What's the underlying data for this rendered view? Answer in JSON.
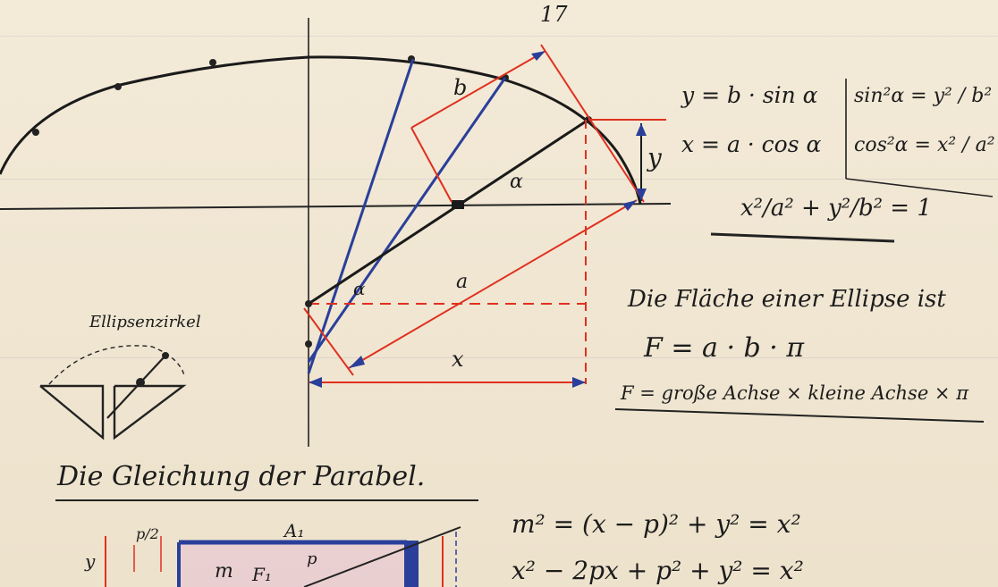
{
  "page_number": "17",
  "ellipse": {
    "label_b": "b",
    "label_a": "a",
    "label_x": "x",
    "label_y": "y",
    "label_alpha_upper": "α",
    "label_alpha_lower": "α"
  },
  "equations": {
    "y_param": "y = b · sin α",
    "x_param": "x = a · cos α",
    "sin_sq": "sin²α = y² / b²",
    "cos_sq": "cos²α = x² / a²",
    "ellipse_eq": "x²/a² + y²/b² = 1"
  },
  "area": {
    "sentence": "Die Fläche einer Ellipse ist",
    "formula": "F = a · b · π",
    "words": "F = große Achse × kleine Achse × π"
  },
  "compass_label": "Ellipsenzirkel",
  "parabola": {
    "heading": "Die Gleichung der Parabel.",
    "eq1": "m² = (x − p)² + y² = x²",
    "eq2": "x² − 2px + p² + y² = x²",
    "label_A1": "A₁",
    "label_m": "m",
    "label_F1": "F₁",
    "label_p": "p",
    "label_p2": "p/2",
    "label_y": "y"
  },
  "colors": {
    "ink": "#1c1c1c",
    "red": "#e0301f",
    "blue": "#2a3f9a",
    "paper": "#efe6d2"
  }
}
